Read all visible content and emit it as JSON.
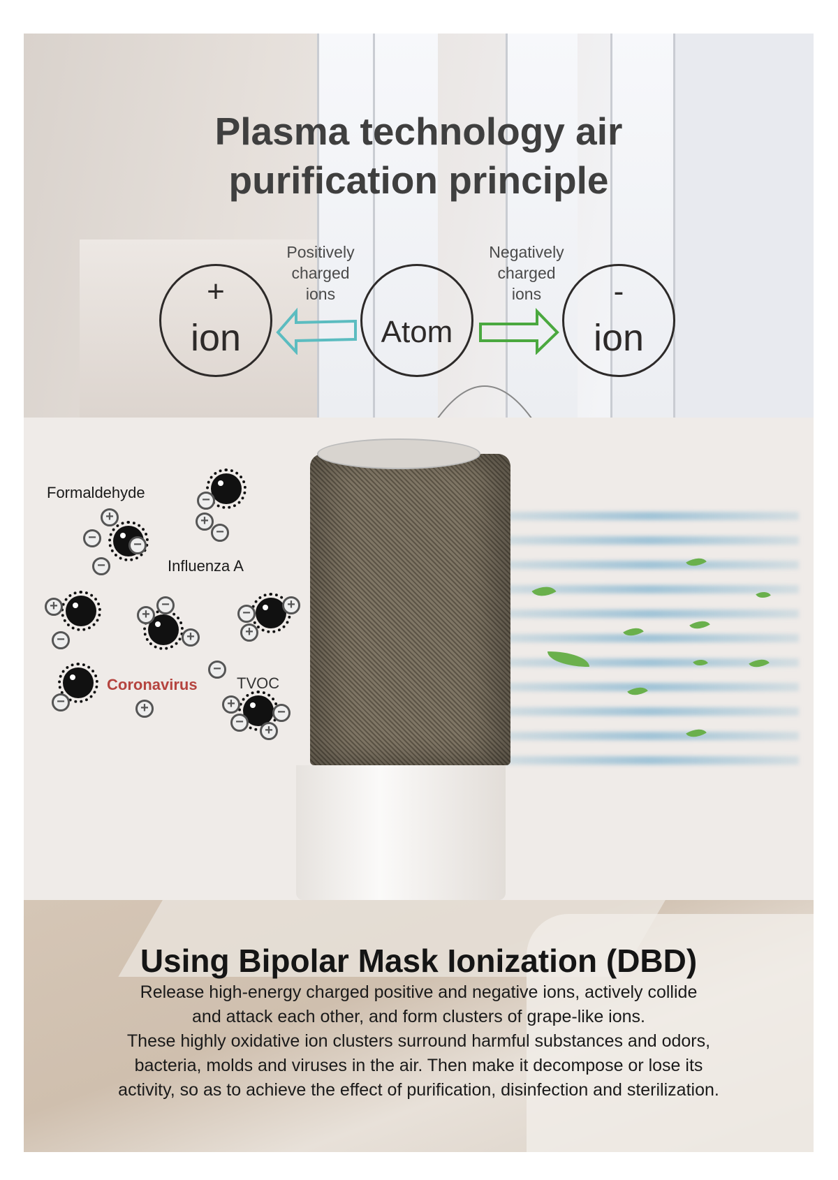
{
  "header": {
    "title_line1": "Plasma technology air",
    "title_line2": "purification principle"
  },
  "diagram": {
    "positive_ion": {
      "sign": "+",
      "label": "ion"
    },
    "atom": {
      "label": "Atom"
    },
    "negative_ion": {
      "sign": "-",
      "label": "ion"
    },
    "positive_caption": [
      "Positively",
      "charged",
      "ions"
    ],
    "negative_caption": [
      "Negatively",
      "charged",
      "ions"
    ],
    "colors": {
      "positive_arrow": "#5bbcc0",
      "negative_arrow": "#4aa83f"
    }
  },
  "pollutants": {
    "formaldehyde": "Formaldehyde",
    "influenza": "Influenza A",
    "coronavirus": "Coronavirus",
    "tvoc": "TVOC",
    "coronavirus_color": "#b5443f"
  },
  "footer": {
    "heading": "Using Bipolar Mask Ionization (DBD)",
    "lines": [
      "Release high-energy charged positive and negative ions, actively collide",
      "and attack each other, and form clusters of grape-like ions.",
      "These highly oxidative ion clusters surround harmful substances and odors,",
      "bacteria, molds and viruses in the air. Then make it decompose or lose its",
      "activity, so as to achieve the effect of purification, disinfection and sterilization."
    ]
  }
}
